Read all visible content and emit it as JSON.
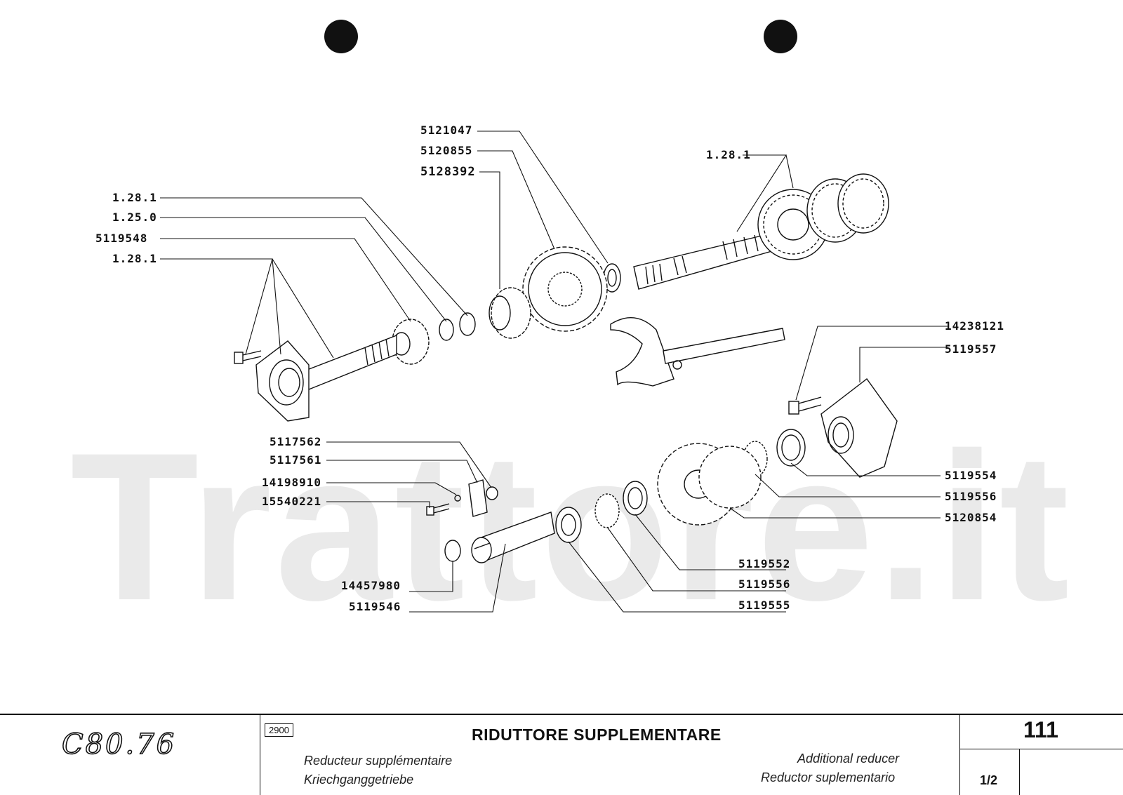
{
  "callouts": {
    "c_5121047": "5121047",
    "c_5120855": "5120855",
    "c_5128392": "5128392",
    "c_1281_top": "1.28.1",
    "c_1281_a": "1.28.1",
    "c_1250": "1.25.0",
    "c_5119548": "5119548",
    "c_1281_b": "1.28.1",
    "c_14238121": "14238121",
    "c_5119557": "5119557",
    "c_5117562": "5117562",
    "c_5117561": "5117561",
    "c_14198910": "14198910",
    "c_15540221": "15540221",
    "c_5119554": "5119554",
    "c_5119556_r": "5119556",
    "c_5120854": "5120854",
    "c_5119552": "5119552",
    "c_5119556_b": "5119556",
    "c_5119555": "5119555",
    "c_14457980": "14457980",
    "c_5119546": "5119546"
  },
  "watermark": "Trattore.it",
  "title_block": {
    "logo": "C80.76",
    "group_code": "2900",
    "title": "RIDUTTORE SUPPLEMENTARE",
    "fr": "Reducteur supplémentaire",
    "de": "Kriechganggetriebe",
    "en": "Additional reducer",
    "es": "Reductor suplementario",
    "page": "111",
    "sheet": "1/2"
  }
}
